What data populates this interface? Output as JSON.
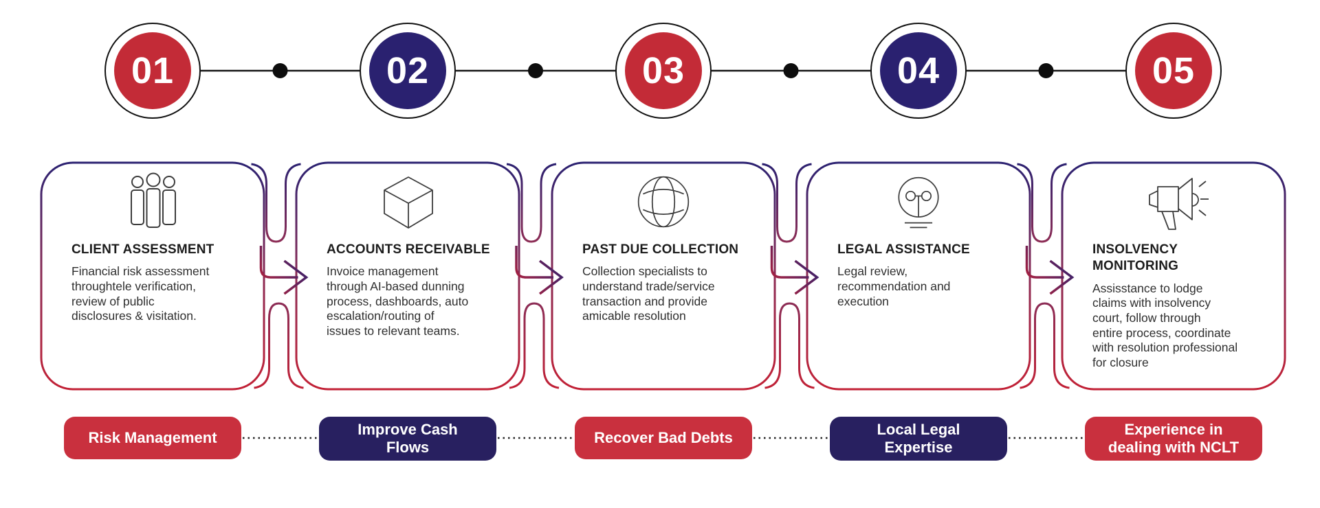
{
  "figure": {
    "type": "process-infographic",
    "background": "#ffffff",
    "colors": {
      "circle_red": "#C32B37",
      "circle_navy": "#2A2170",
      "pill_red": "#C9303E",
      "pill_navy": "#282060",
      "card_border_top": "#2B2171",
      "card_border_mid": "#8C2C55",
      "card_border_bottom": "#C22136",
      "timeline": "#141414",
      "icon_stroke": "#3c3c3c"
    }
  },
  "steps": [
    {
      "number": "01",
      "accent": "red",
      "icon": "people-icon",
      "title": "CLIENT ASSESSMENT",
      "description": "Financial risk assessment\nthroughtele verification,\nreview of public\ndisclosures & visitation.",
      "tag": {
        "label": "Risk Management",
        "color": "red"
      }
    },
    {
      "number": "02",
      "accent": "navy",
      "icon": "cube-icon",
      "title": "ACCOUNTS RECEIVABLE",
      "description": "Invoice management\nthrough AI-based dunning\nprocess, dashboards, auto\nescalation/routing of\nissues to relevant teams.",
      "tag": {
        "label": "Improve Cash\nFlows",
        "color": "navy"
      }
    },
    {
      "number": "03",
      "accent": "red",
      "icon": "globe-icon",
      "title": "PAST DUE COLLECTION",
      "description": "Collection specialists to\nunderstand trade/service\ntransaction and provide\namicable resolution",
      "tag": {
        "label": "Recover Bad Debts",
        "color": "red"
      }
    },
    {
      "number": "04",
      "accent": "navy",
      "icon": "idea-ground-icon",
      "title": "LEGAL ASSISTANCE",
      "description": "Legal review,\nrecommendation and\nexecution",
      "tag": {
        "label": "Local Legal\nExpertise",
        "color": "navy"
      }
    },
    {
      "number": "05",
      "accent": "red",
      "icon": "megaphone-icon",
      "title": "INSOLVENCY\nMONITORING",
      "description": "Assisstance to lodge\nclaims with insolvency\ncourt, follow through\nentire process, coordinate\nwith resolution professional\nfor closure",
      "tag": {
        "label": "Experience in\ndealing with NCLT",
        "color": "red"
      }
    }
  ]
}
